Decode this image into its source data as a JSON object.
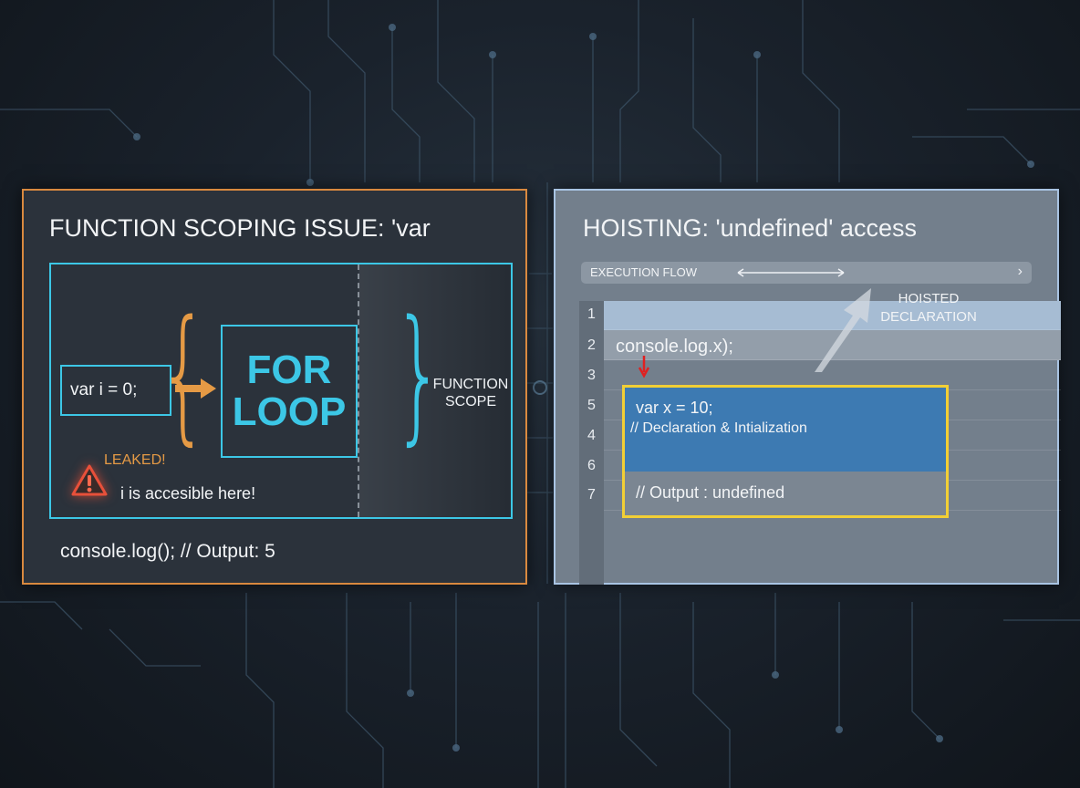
{
  "left_panel": {
    "title": "FUNCTION SCOPING ISSUE: 'var",
    "var_statement": "var i = 0;",
    "loop_words": [
      "FOR",
      "LOOP"
    ],
    "function_scope_lines": [
      "FUNCTION",
      "SCOPE"
    ],
    "leaked_label": "LEAKED!",
    "leak_note": "i is accesible here!",
    "console_line": "console.log();  // Output: 5",
    "colors": {
      "border": "#d9893f",
      "scope": "#3cc7e6",
      "accent": "#e59a45",
      "warning": "#e8503a"
    }
  },
  "right_panel": {
    "title": "HOISTING: 'undefined' access",
    "exec_flow_label": "EXECUTION FLOW",
    "hoisted_lines": [
      "HOISTED",
      "DECLARATION"
    ],
    "line_numbers": [
      "1",
      "2",
      "3",
      "5",
      "4",
      "6",
      "7"
    ],
    "console_line": "console.log.x);",
    "decl_code": "var x = 10;",
    "decl_comment": "// Declaration & Intialization",
    "output_comment": "// Output : undefined",
    "colors": {
      "border": "#a9c4e3",
      "highlight": "#f2cf35",
      "decl_fill": "#3d7ab2",
      "marker": "#e02020"
    }
  }
}
